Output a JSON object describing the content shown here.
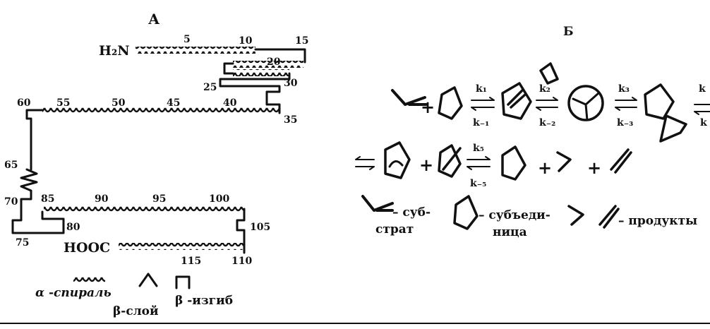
{
  "panel_a": {
    "label": "А",
    "n_terminus": "H₂N",
    "c_terminus": "HOOC",
    "residue_marks": [
      "5",
      "10",
      "15",
      "20",
      "25",
      "30",
      "35",
      "40",
      "45",
      "50",
      "55",
      "60",
      "65",
      "70",
      "75",
      "80",
      "85",
      "90",
      "95",
      "100",
      "105",
      "110",
      "115"
    ],
    "legend": {
      "helix": "α -спираль",
      "sheet": "β-слой",
      "turn": "β -изгиб"
    }
  },
  "panel_b": {
    "label": "Б",
    "rate_constants": {
      "k1": "k₁",
      "km1": "k₋₁",
      "k2": "k₂",
      "km2": "k₋₂",
      "k3": "k₃",
      "km3": "k₋₃",
      "k4": "k",
      "km4": "k",
      "k5": "k₅",
      "km5": "k₋₅"
    },
    "plus": "+",
    "legend": {
      "substrate_line1": "– суб-",
      "substrate_line2": "страт",
      "subunit_line1": "– субъеди-",
      "subunit_line2": "ница",
      "products": "– продукты"
    }
  },
  "colors": {
    "ink": "#111111",
    "background": "#ffffff"
  }
}
